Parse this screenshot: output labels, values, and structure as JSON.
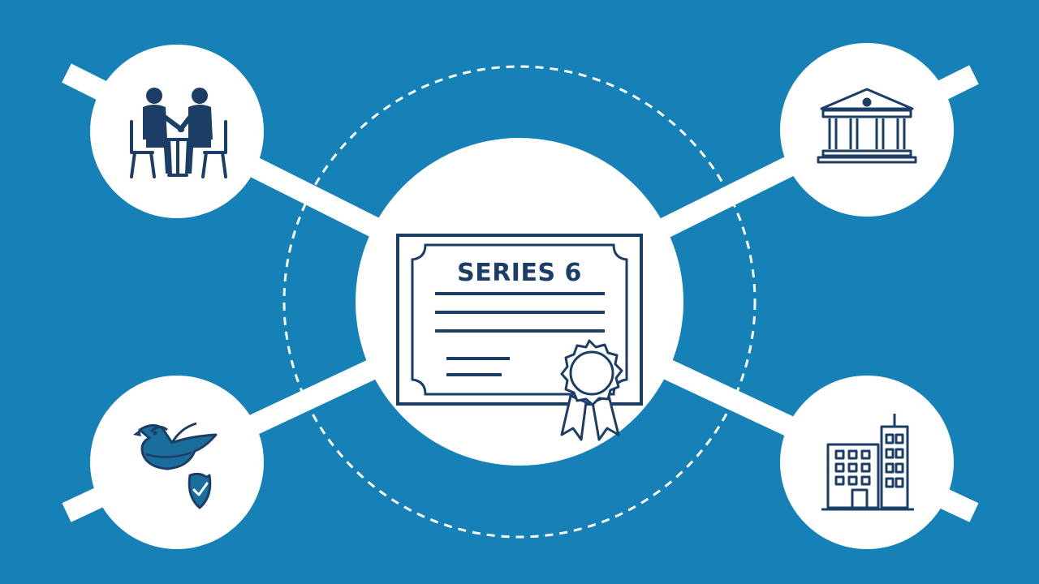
{
  "certificate": {
    "title": "SERIES 6"
  },
  "nodes": [
    {
      "id": "client-meeting",
      "icon": "client-meeting-icon"
    },
    {
      "id": "bank",
      "icon": "bank-building-icon"
    },
    {
      "id": "insurance",
      "icon": "bird-shield-icon"
    },
    {
      "id": "office",
      "icon": "office-building-icon"
    }
  ],
  "colors": {
    "background": "#1581B6",
    "foreground": "#FFFFFF",
    "ink": "#1C3E66",
    "accent": "#1A6E9C"
  }
}
